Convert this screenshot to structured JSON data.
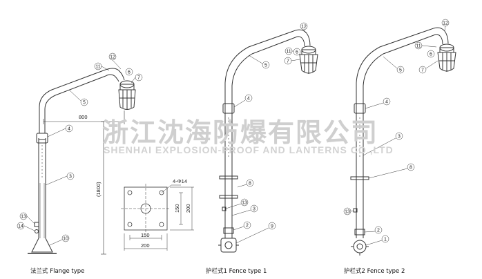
{
  "watermark": {
    "company_cn": "浙江沈海防爆有限公司",
    "company_en": "SHENHAI EXPLOSION-PROOF AND LANTERNS CO.,LTD"
  },
  "captions": {
    "flange": "法兰式 Flange type",
    "fence1": "护栏式1 Fence type 1",
    "fence2": "护栏式2 Fence type 2"
  },
  "dimensions": {
    "arm_length": "800",
    "pole_height": "(1800)",
    "hole_spec": "4-Φ14",
    "hole_spacing_h": "150",
    "plate_width_h": "200",
    "hole_spacing_v": "150",
    "plate_height_v": "200"
  },
  "callouts": {
    "flange": [
      "12",
      "11",
      "6",
      "7",
      "5",
      "4",
      "3",
      "13",
      "14",
      "10"
    ],
    "fence1": [
      "12",
      "11",
      "6",
      "7",
      "5",
      "4",
      "8",
      "13",
      "3",
      "2",
      "9"
    ],
    "fence2": [
      "12",
      "11",
      "6",
      "7",
      "5",
      "4",
      "3",
      "8",
      "13",
      "2",
      "1"
    ]
  },
  "colors": {
    "line": "#333333",
    "watermark": "#cfcfcf",
    "background": "#ffffff"
  }
}
